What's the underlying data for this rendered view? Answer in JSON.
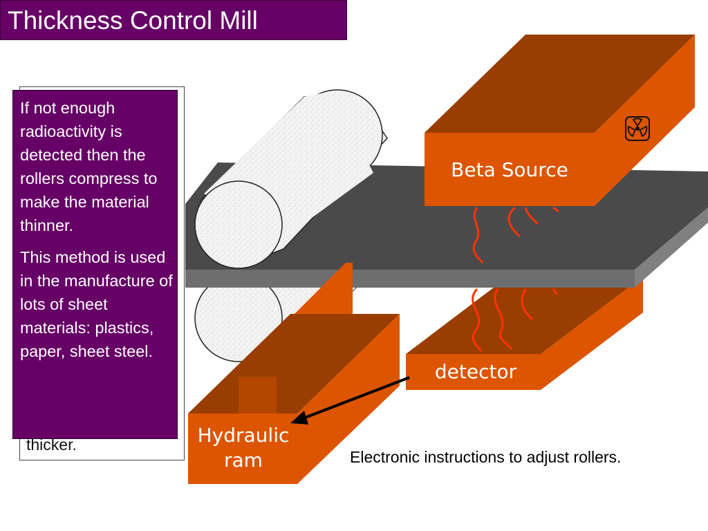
{
  "title": "Thickness Control Mill",
  "info": {
    "paragraph1": "If not enough radioactivity is detected then the rollers compress to make the material thinner.",
    "paragraph2": "This method is used in the manufacture of lots of sheet materials: plastics, paper, sheet steel.",
    "hidden_fragment": "thicker."
  },
  "labels": {
    "beta_source": "Beta Source",
    "detector": "detector",
    "hydraulic_ram": [
      "Hydraulic",
      "ram"
    ]
  },
  "caption": "Electronic instructions to adjust rollers.",
  "icons": {
    "radiation": "radiation-hazard-icon"
  },
  "colors": {
    "title_bg": "#660066",
    "box_orange": "#dd5500",
    "box_dark": "#993d00",
    "sheet": "#4a4a4a",
    "rays": "#ff3300"
  }
}
